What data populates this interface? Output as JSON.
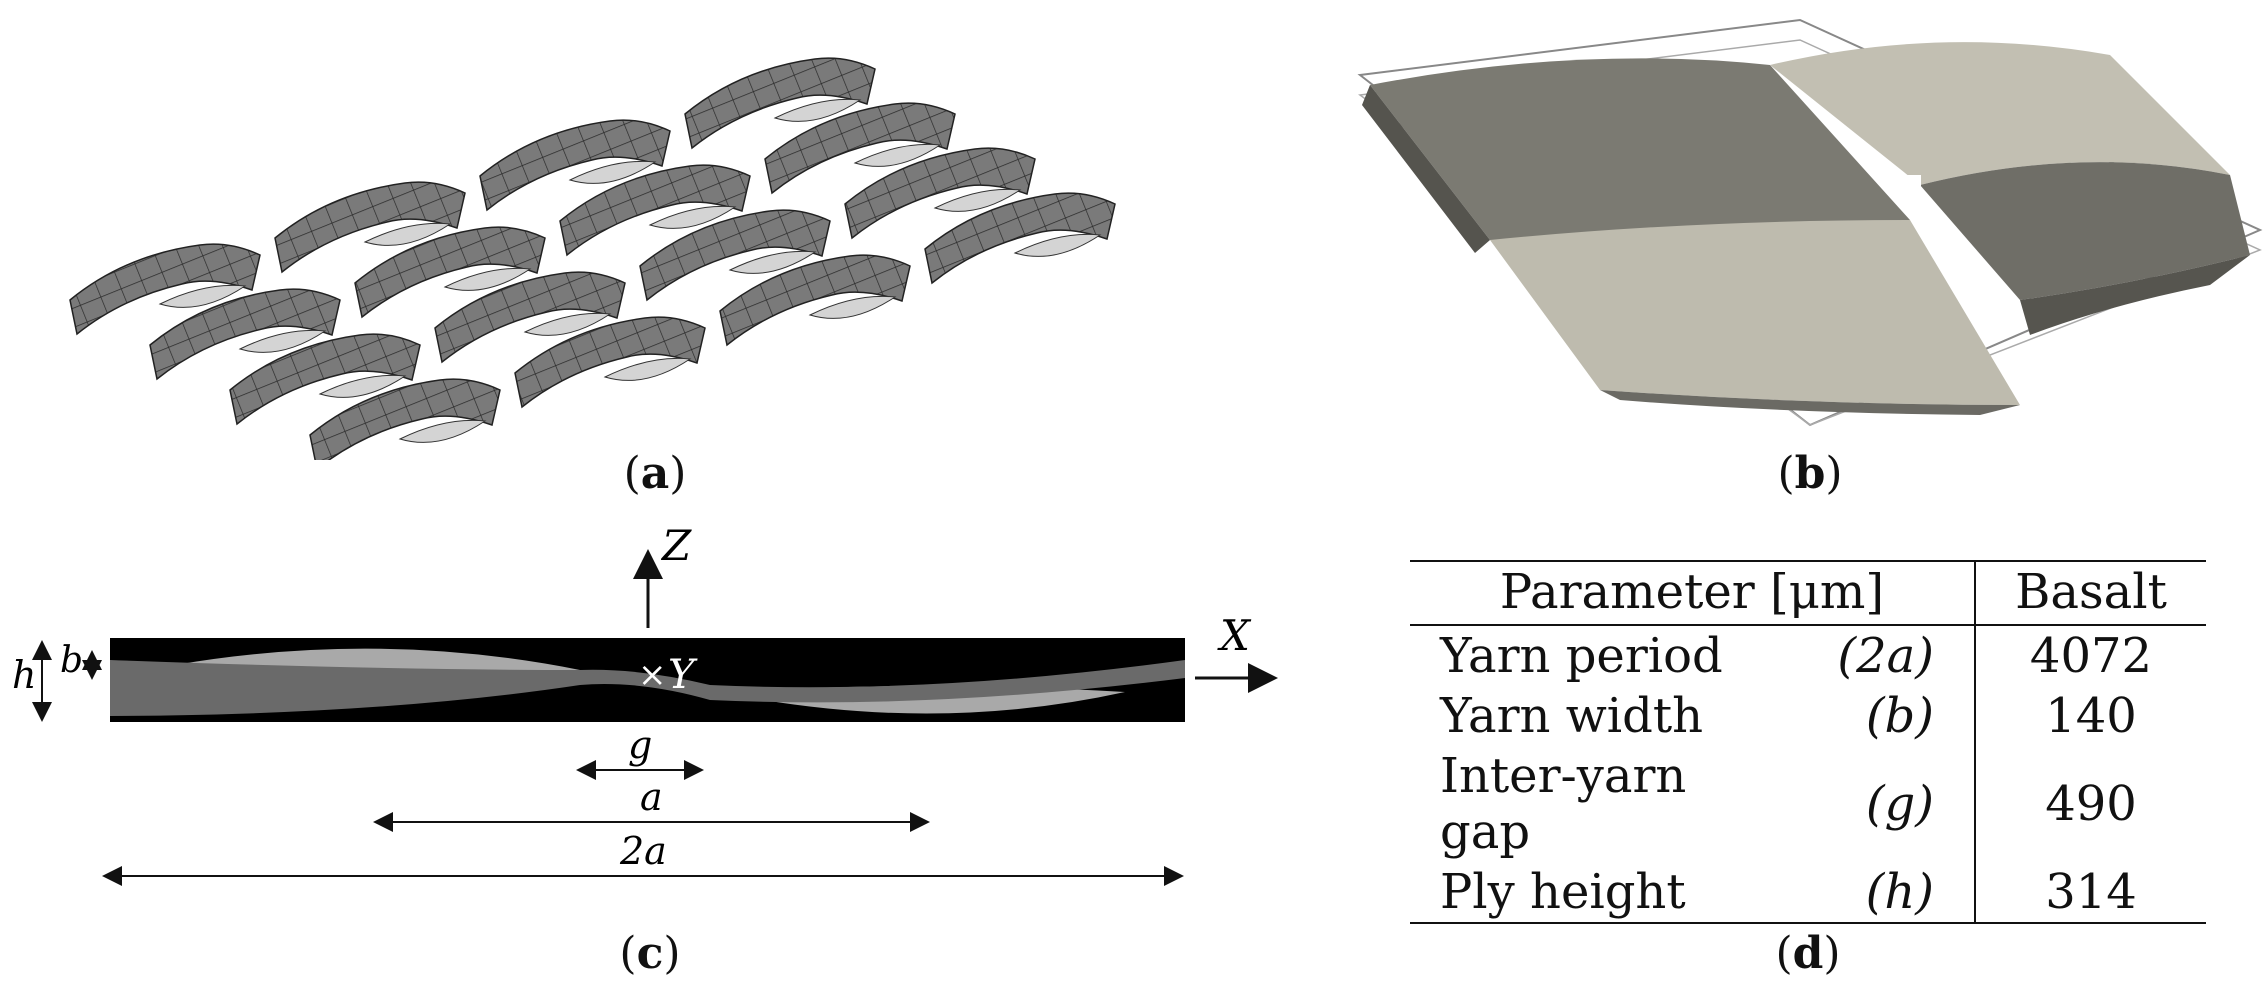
{
  "captions": {
    "a": "a",
    "b": "b",
    "c": "c",
    "d": "d"
  },
  "diagram_c": {
    "z_label": "Z",
    "x_label": "X",
    "y_label": "Y",
    "h_label": "h",
    "b_label": "b",
    "g_label": "g",
    "a_label": "a",
    "twoa_label": "2a"
  },
  "table": {
    "header_param": "Parameter [μm]",
    "header_value": "Basalt",
    "rows": [
      {
        "name": "Yarn period",
        "symbol": "(2a)",
        "value": "4072"
      },
      {
        "name": "Yarn width",
        "symbol": "(b)",
        "value": "140"
      },
      {
        "name": "Inter-yarn gap",
        "symbol": "(g)",
        "value": "490"
      },
      {
        "name": "Ply height",
        "symbol": "(h)",
        "value": "314"
      }
    ]
  }
}
